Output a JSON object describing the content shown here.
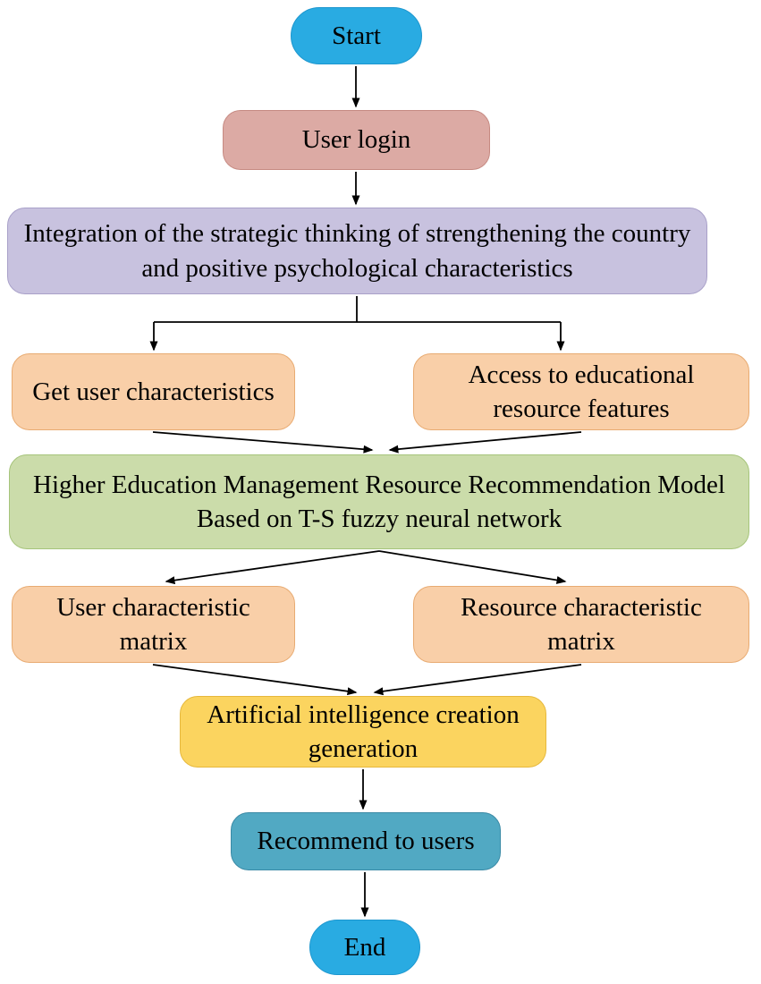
{
  "diagram": {
    "type": "flowchart",
    "nodes": {
      "start": {
        "label": "Start",
        "fill": "#29abe2",
        "border": "#1d97cf"
      },
      "user_login": {
        "label": "User login",
        "fill": "#dcaaa4",
        "border": "#c68a82"
      },
      "integration": {
        "label": "Integration of the strategic thinking of strengthening the country and positive psychological characteristics",
        "fill": "#c8c2df",
        "border": "#a9a1c9"
      },
      "get_user": {
        "label": "Get user characteristics",
        "fill": "#f9cfa8",
        "border": "#e8ab72"
      },
      "access_edu": {
        "label": "Access to educational resource features",
        "fill": "#f9cfa8",
        "border": "#e8ab72"
      },
      "model": {
        "label": "Higher Education Management Resource Recommendation Model Based on T-S fuzzy neural network",
        "fill": "#cbdcaa",
        "border": "#a6c47b"
      },
      "user_matrix": {
        "label": "User characteristic matrix",
        "fill": "#f9cfa8",
        "border": "#e8ab72"
      },
      "resource_matrix": {
        "label": "Resource characteristic matrix",
        "fill": "#f9cfa8",
        "border": "#e8ab72"
      },
      "ai_creation": {
        "label": "Artificial intelligence creation generation",
        "fill": "#fbd45f",
        "border": "#e6b83c"
      },
      "recommend": {
        "label": "Recommend to users",
        "fill": "#51a9c3",
        "border": "#3a8aa6"
      },
      "end": {
        "label": "End",
        "fill": "#29abe2",
        "border": "#1d97cf"
      }
    },
    "edge_color": "#000000"
  }
}
